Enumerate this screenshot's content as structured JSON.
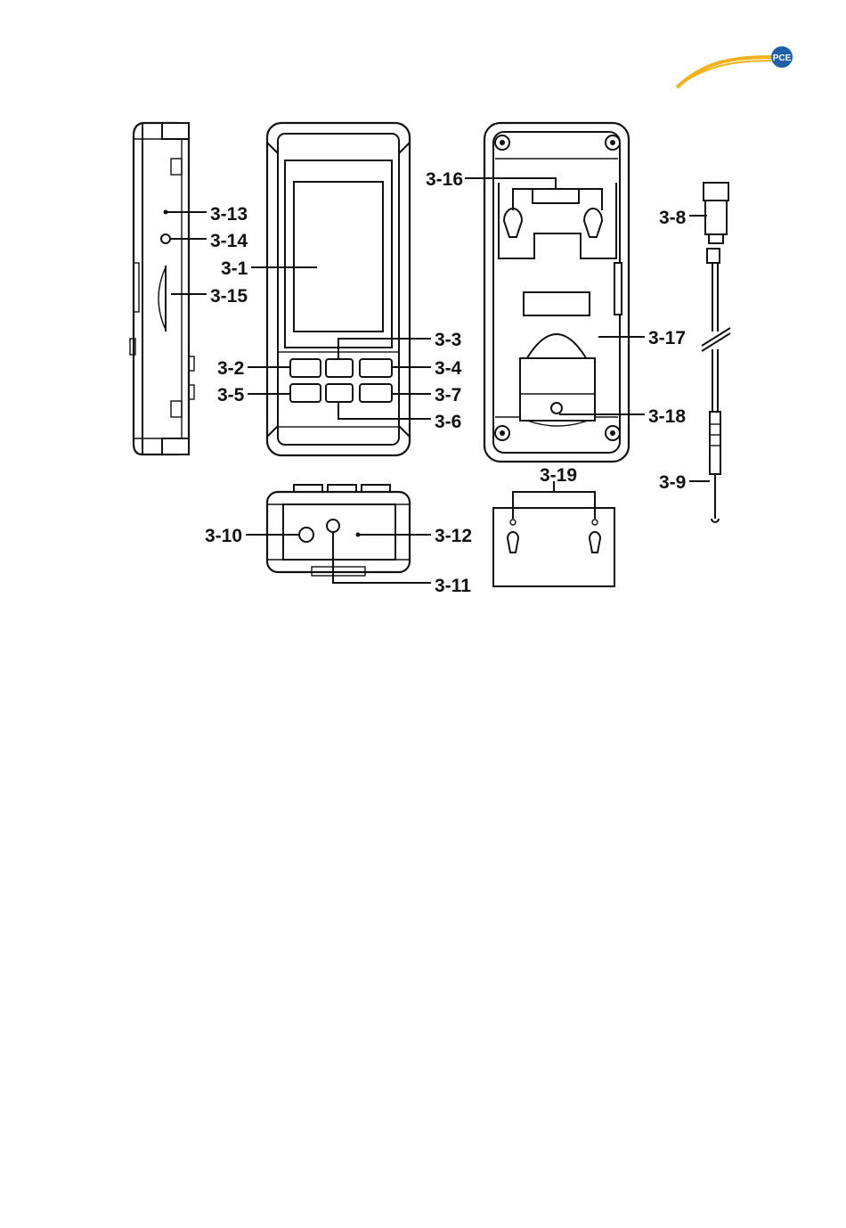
{
  "brand": {
    "logo_text": "PCE",
    "accent": "#f2b21c",
    "logo_color": "#1f5fa8"
  },
  "labels": {
    "l3_1": "3-1",
    "l3_2": "3-2",
    "l3_3": "3-3",
    "l3_4": "3-4",
    "l3_5": "3-5",
    "l3_6": "3-6",
    "l3_7": "3-7",
    "l3_8": "3-8",
    "l3_9": "3-9",
    "l3_10": "3-10",
    "l3_11": "3-11",
    "l3_12": "3-12",
    "l3_13": "3-13",
    "l3_14": "3-14",
    "l3_15": "3-15",
    "l3_16": "3-16",
    "l3_17": "3-17",
    "l3_18": "3-18",
    "l3_19": "3-19"
  }
}
